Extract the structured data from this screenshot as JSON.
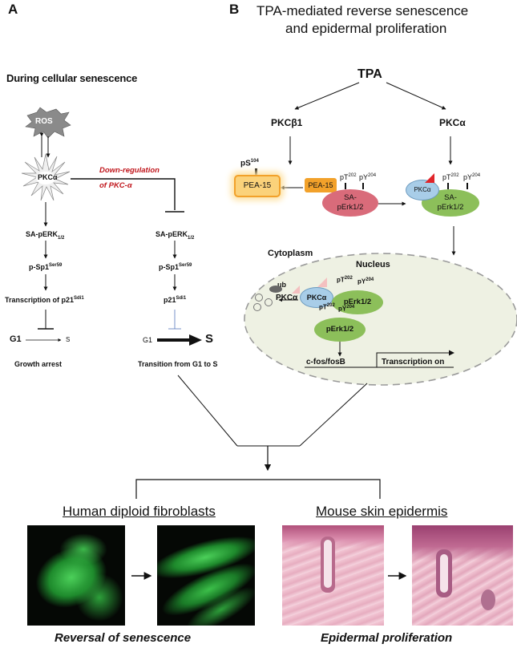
{
  "panel_a": {
    "letter": "A",
    "title": "During cellular senescence",
    "ros": "ROS",
    "pkca": "PKCα",
    "down_reg_line1": "Down-regulation",
    "down_reg_line2": "of PKC-α",
    "left_chain": {
      "sa_perk": "SA-pERK",
      "sa_perk_sub": "1/2",
      "psp1": "p-Sp1",
      "psp1_sup": "Ser59",
      "transcription": "Transcription of p21",
      "transcription_sup": "Sdi1",
      "g1": "G1",
      "s": "S",
      "outcome": "Growth arrest"
    },
    "right_chain": {
      "sa_perk": "SA-pERK",
      "sa_perk_sub": "1/2",
      "psp1": "p-Sp1",
      "psp1_sup": "Ser59",
      "p21": "p21",
      "p21_sup": "Sdi1",
      "g1": "G1",
      "s": "S",
      "outcome": "Transition from G1 to S"
    }
  },
  "panel_b": {
    "letter": "B",
    "title_line1": "TPA-mediated reverse senescence",
    "title_line2": "and epidermal proliferation",
    "tpa": "TPA",
    "pkcb1": "PKCβ1",
    "pkca": "PKCα",
    "ps104": "pS",
    "ps104_sup": "104",
    "pea15_left": "PEA-15",
    "pea15_small": "PEA-15",
    "saperk_line1": "SA-",
    "saperk_line2": "pErk1/2",
    "pt202": "pT",
    "pt202_sup": "202",
    "py204": "pY",
    "py204_sup": "204",
    "pkca_small": "PKCα",
    "cytoplasm": "Cytoplasm",
    "nucleus": "Nucleus",
    "ub": "ub",
    "perk12": "pErk1/2",
    "cfos": "c-fos/fosB",
    "transcription_on": "Transcription on"
  },
  "bottom": {
    "left_title": "Human diploid fibroblasts",
    "right_title": "Mouse skin epidermis",
    "left_caption": "Reversal of senescence",
    "right_caption": "Epidermal proliferation"
  },
  "colors": {
    "fibroblast_green": "#2fb83a",
    "tissue_pink": "#e8b6c8",
    "nucleus_fill": "#eef1e3",
    "perk_green": "#8cbf5a",
    "saperk_pink": "#d96b7a",
    "pea15_orange": "#f2a12a",
    "pkc_blue": "#a8cde8",
    "red_text": "#c0161c"
  }
}
